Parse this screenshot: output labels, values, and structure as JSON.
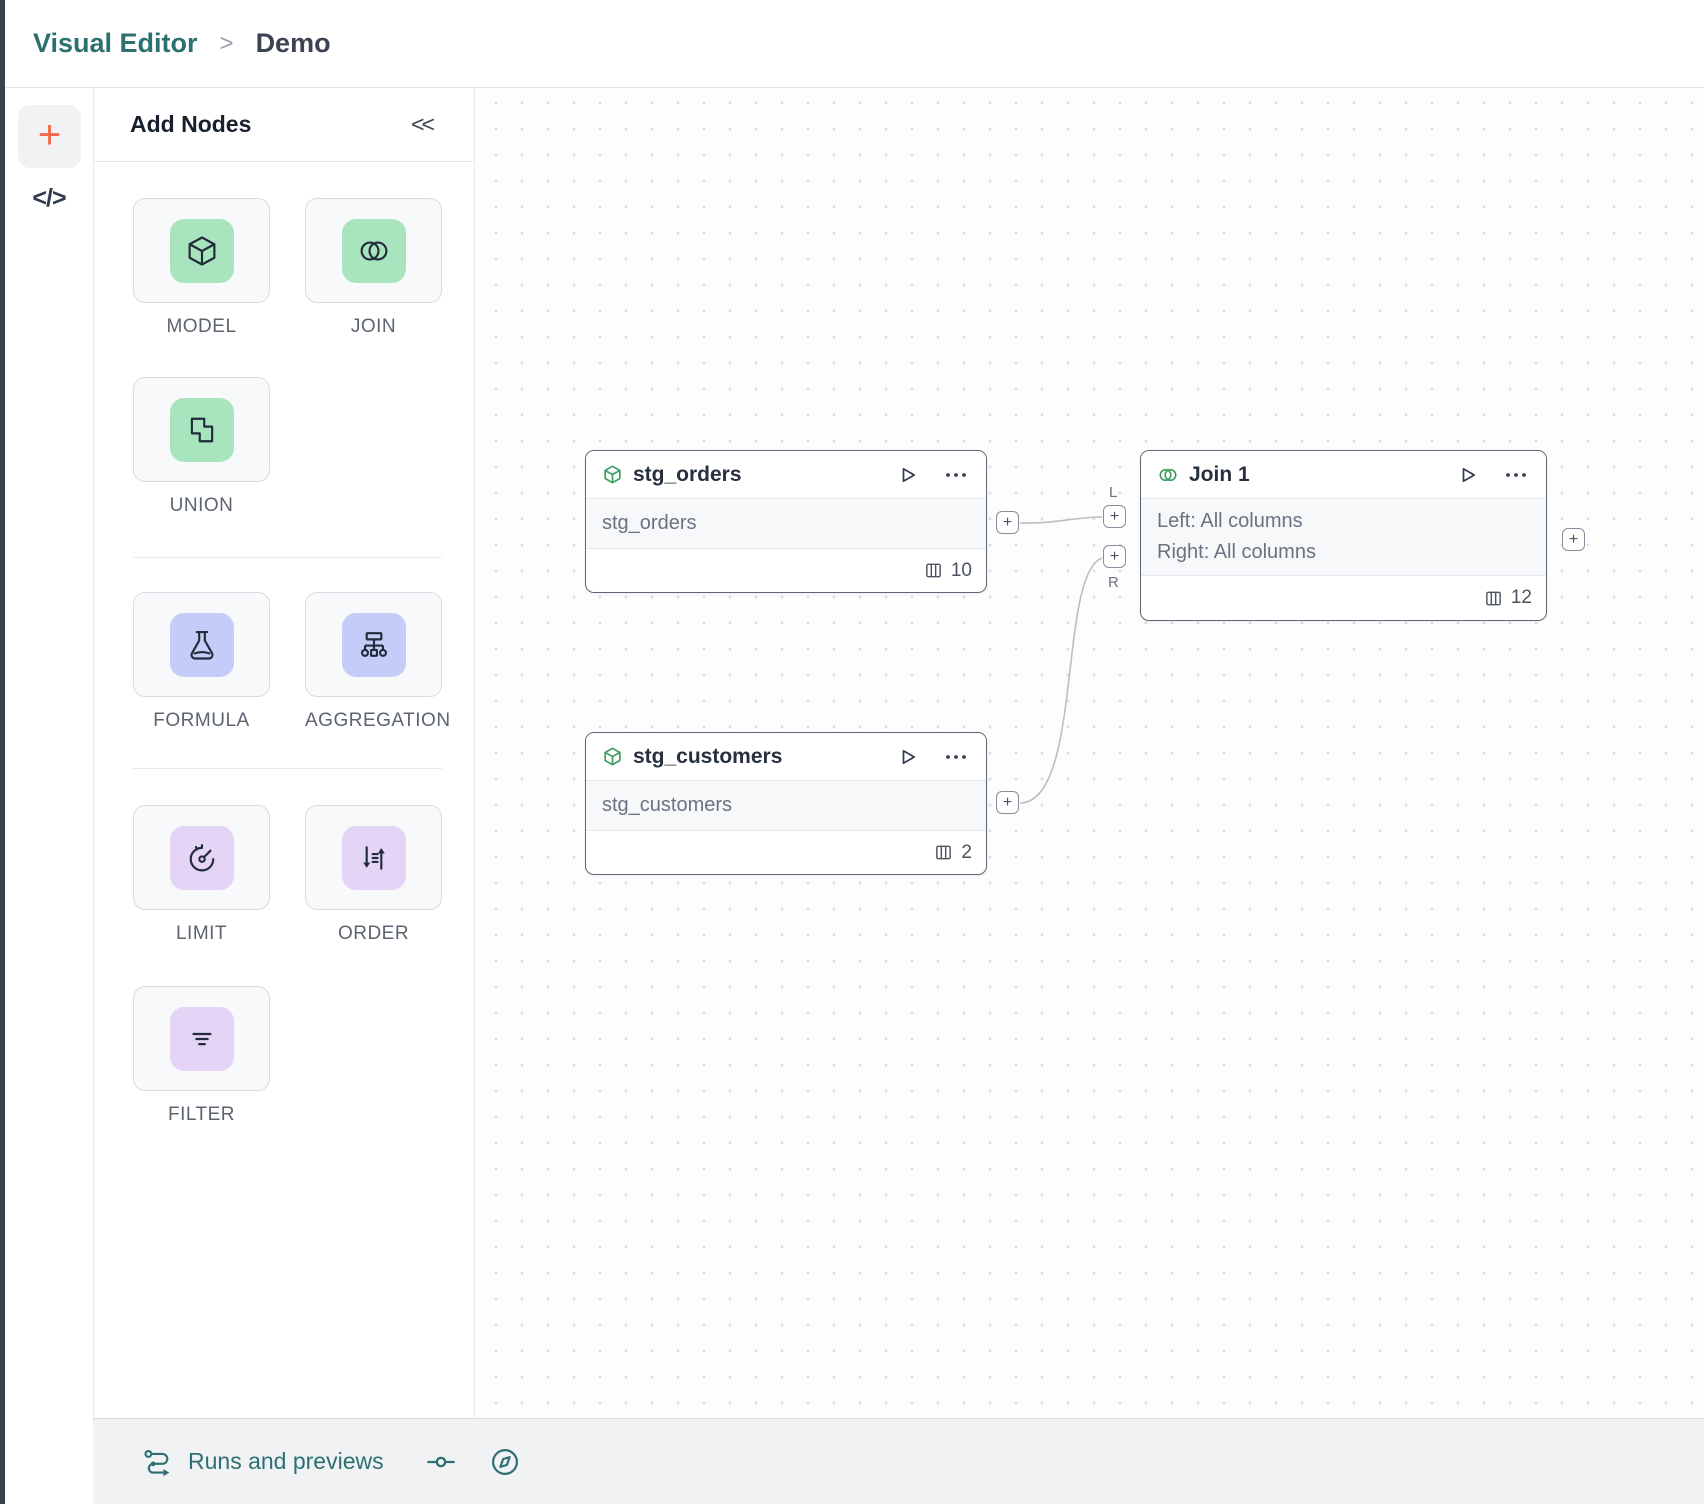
{
  "header": {
    "breadcrumb_parent": "Visual Editor",
    "breadcrumb_separator": ">",
    "breadcrumb_current": "Demo"
  },
  "left_rail": {
    "add_glyph": "+",
    "code_glyph": "</>"
  },
  "palette": {
    "title": "Add Nodes",
    "collapse_glyph": "<<",
    "items": [
      {
        "label": "MODEL",
        "icon": "cube-icon",
        "tint": "#a8e5be"
      },
      {
        "label": "JOIN",
        "icon": "join-circles-icon",
        "tint": "#a8e5be"
      },
      {
        "label": "UNION",
        "icon": "union-shapes-icon",
        "tint": "#a8e5be"
      },
      {
        "label": "FORMULA",
        "icon": "flask-icon",
        "tint": "#c3cdf8"
      },
      {
        "label": "AGGREGATION",
        "icon": "hierarchy-icon",
        "tint": "#c3cdf8"
      },
      {
        "label": "LIMIT",
        "icon": "gauge-icon",
        "tint": "#e4d4f6"
      },
      {
        "label": "ORDER",
        "icon": "sort-arrows-icon",
        "tint": "#e4d4f6"
      },
      {
        "label": "FILTER",
        "icon": "filter-lines-icon",
        "tint": "#e4d4f6"
      }
    ]
  },
  "canvas": {
    "handle_glyph": "+",
    "port_left_label": "L",
    "port_right_label": "R",
    "nodes": [
      {
        "title": "stg_orders",
        "type": "model",
        "body": "stg_orders",
        "column_count": "10"
      },
      {
        "title": "stg_customers",
        "type": "model",
        "body": "stg_customers",
        "column_count": "2"
      },
      {
        "title": "Join 1",
        "type": "join",
        "body_line1": "Left: All columns",
        "body_line2": "Right: All columns",
        "column_count": "12"
      }
    ]
  },
  "bottom_bar": {
    "runs_label": "Runs and previews"
  },
  "colors": {
    "brand_teal": "#2c7170",
    "accent_orange": "#f26a4b",
    "node_icon_green": "#3f9e63",
    "tint_green": "#a8e5be",
    "tint_blue": "#c3cdf8",
    "tint_purple": "#e4d4f6",
    "canvas_dot": "#dadde2",
    "node_border": "#5d6775"
  }
}
